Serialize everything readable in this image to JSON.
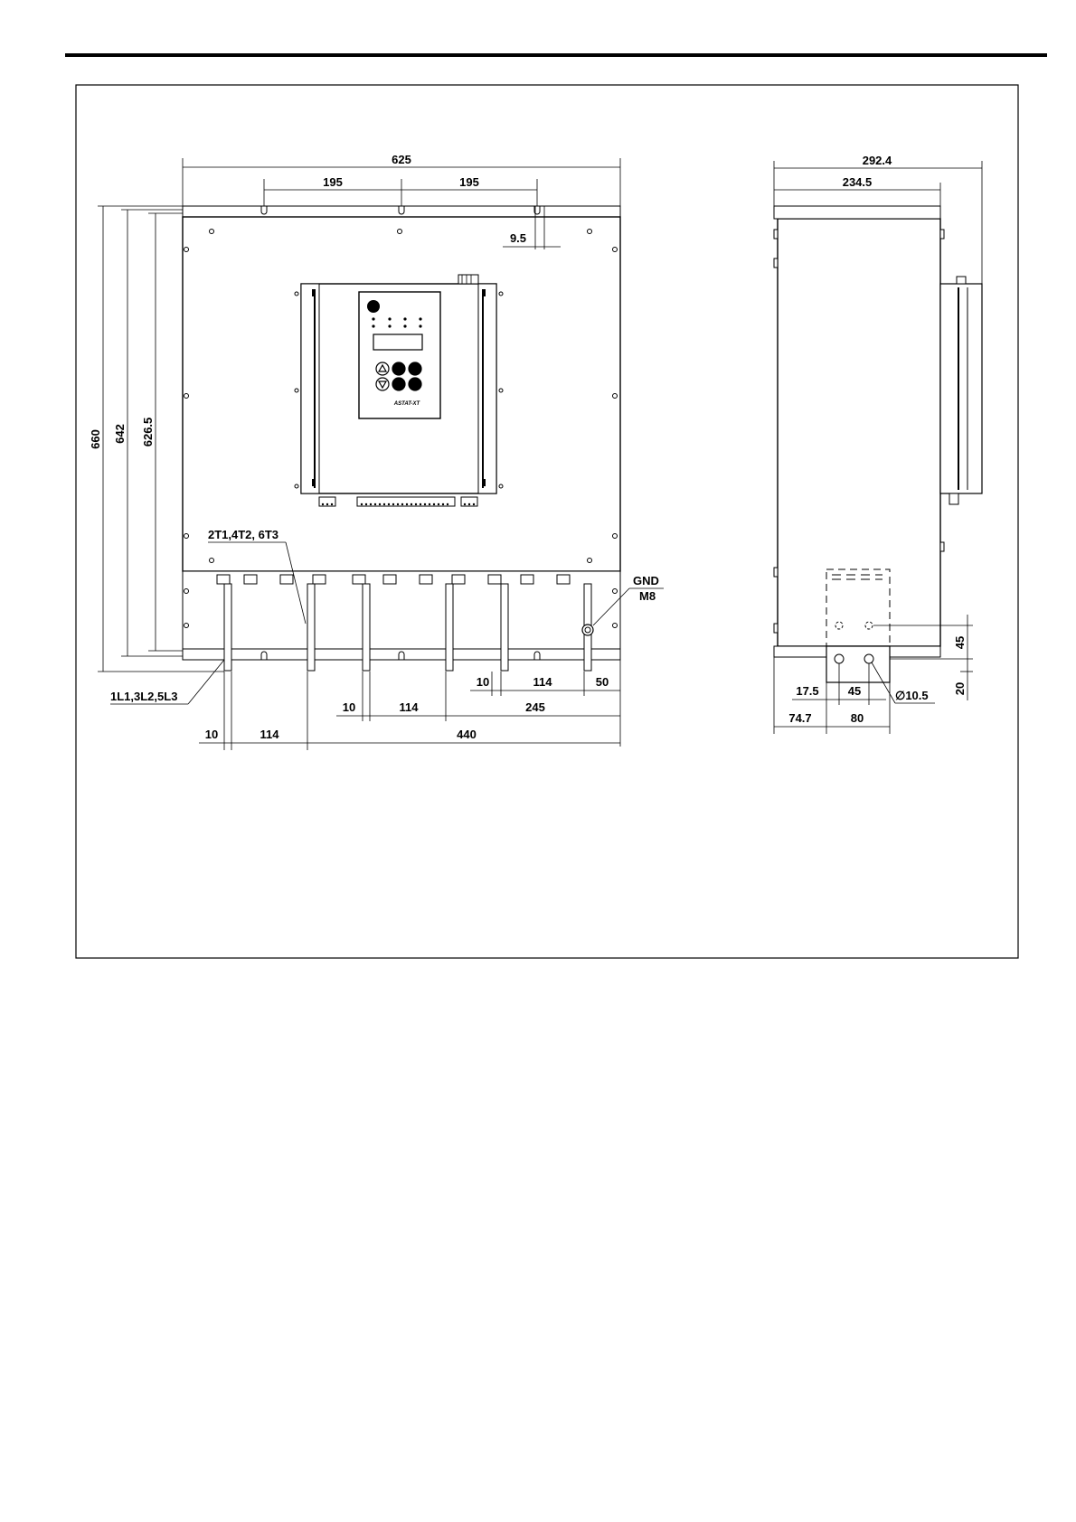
{
  "drawing": {
    "front_view": {
      "dims": {
        "width_total": "625",
        "hole_spacing_left": "195",
        "hole_spacing_right": "195",
        "slot_offset": "9.5",
        "height_660": "660",
        "height_642": "642",
        "height_626": "626.5"
      },
      "labels": {
        "output_terminals": "2T1,4T2, 6T3",
        "input_terminals": "1L1,3L2,5L3",
        "gnd": "GND",
        "gnd_size": "M8"
      },
      "bottom_dims": {
        "row1": [
          "10",
          "114",
          "50"
        ],
        "row2": [
          "10",
          "114",
          "245"
        ],
        "row3": [
          "10",
          "114",
          "440"
        ]
      },
      "keypad": {
        "brand": "ASTAT-XT"
      }
    },
    "side_view": {
      "dims": {
        "depth_total": "292.4",
        "depth_body": "234.5",
        "d_45_vertical": "45",
        "d_20_vertical": "20",
        "d_17_5": "17.5",
        "d_45": "45",
        "hole_dia": "∅10.5",
        "d_74_7": "74.7",
        "d_80": "80"
      }
    }
  }
}
